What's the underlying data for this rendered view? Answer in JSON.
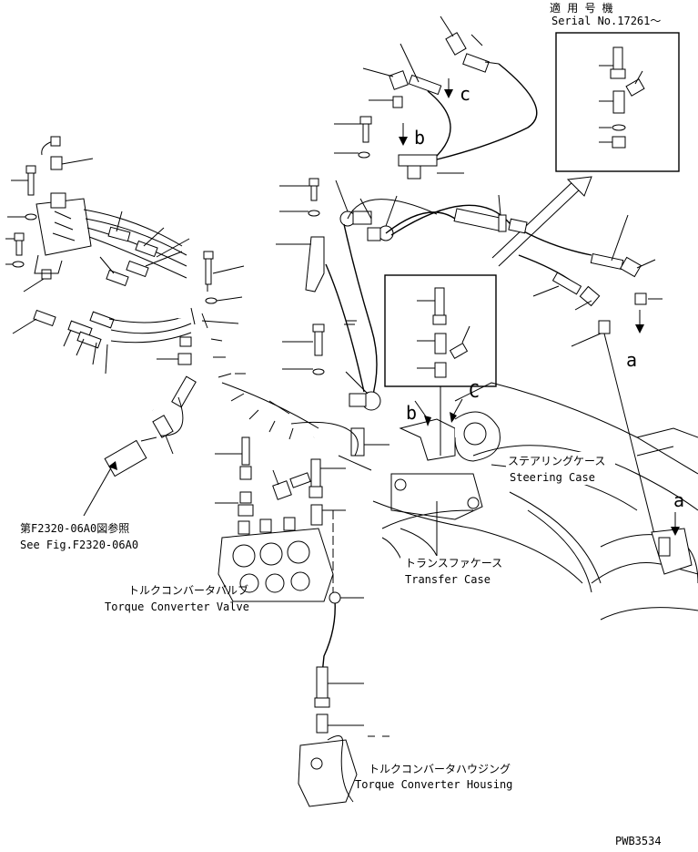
{
  "header": {
    "applicable_title": "適 用 号 機",
    "serial_label": "Serial No.17261～"
  },
  "letters": {
    "a_right": "a",
    "a_case": "a",
    "b_top": "b",
    "b_case": "b",
    "c_top": "c",
    "c_case": "C"
  },
  "labels": {
    "see_fig_jp": "第F2320-06A0図参照",
    "see_fig_en": "See Fig.F2320-06A0",
    "steering_case_jp": "ステアリングケース",
    "steering_case_en": "Steering Case",
    "transfer_case_jp": "トランスファケース",
    "transfer_case_en": "Transfer Case",
    "tc_valve_jp": "トルクコンバータバルブ",
    "tc_valve_en": "Torque Converter Valve",
    "tc_housing_jp": "トルクコンバータハウジング",
    "tc_housing_en": "Torque Converter Housing"
  },
  "drawing_code": "PWB3534"
}
